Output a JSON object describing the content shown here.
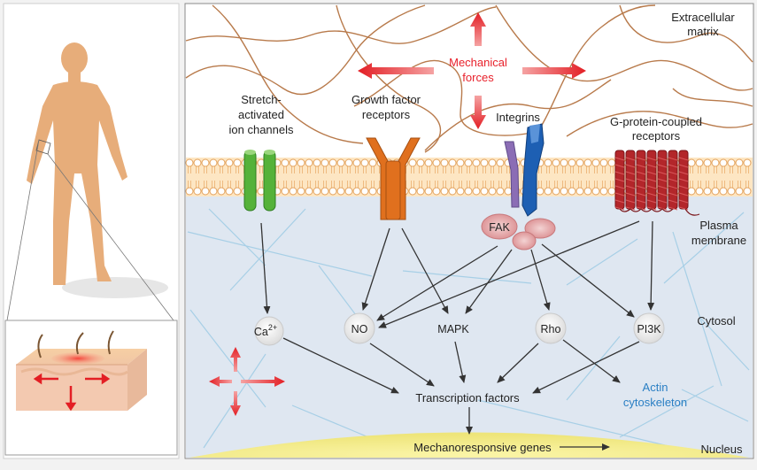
{
  "labels": {
    "extracellular_line1": "Extracellular",
    "extracellular_line2": "matrix",
    "mechanical_line1": "Mechanical",
    "mechanical_line2": "forces",
    "stretch_line1": "Stretch-",
    "stretch_line2": "activated",
    "stretch_line3": "ion channels",
    "growth_line1": "Growth factor",
    "growth_line2": "receptors",
    "integrins": "Integrins",
    "gpcr_line1": "G-protein-coupled",
    "gpcr_line2": "receptors",
    "plasma_line1": "Plasma",
    "plasma_line2": "membrane",
    "fak": "FAK",
    "cytosol": "Cytosol",
    "transcription": "Transcription factors",
    "actin_line1": "Actin",
    "actin_line2": "cytoskeleton",
    "genes": "Mechanoresponsive genes",
    "nucleus": "Nucleus"
  },
  "nodes": {
    "ca": "Ca",
    "ca_sup": "2+",
    "no": "NO",
    "mapk": "MAPK",
    "rho": "Rho",
    "pi3k": "PI3K"
  },
  "colors": {
    "membrane_fill": "#fde6c3",
    "cytosol": "#dfe7f1",
    "fiber": "#b87a4b",
    "force_arrow": "#e31e24",
    "ion_channel": "#4aa832",
    "growth_receptor": "#e0701e",
    "integrin_purple": "#8b6db5",
    "integrin_blue": "#1d5fb3",
    "gpcr": "#b3262a",
    "nucleus": "#f3ec86",
    "actin_label": "#2a7fc4"
  }
}
